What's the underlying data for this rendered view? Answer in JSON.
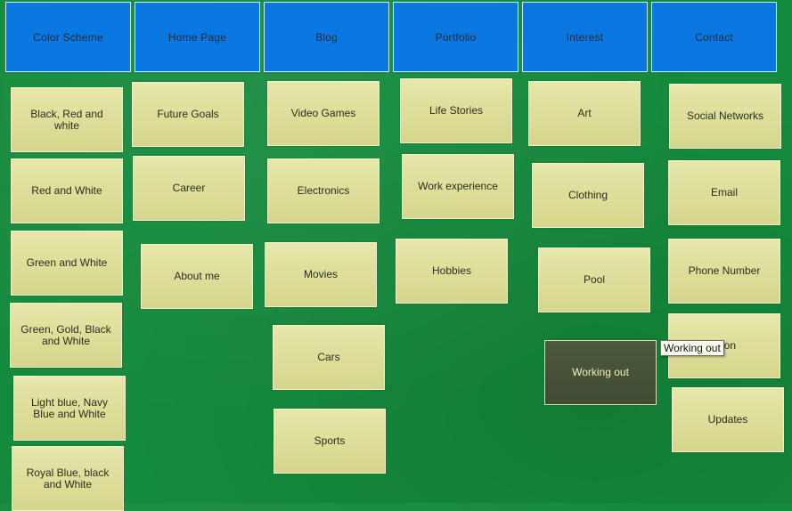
{
  "headers": [
    "Color Scheme",
    "Home Page",
    "Blog",
    "Portfolio",
    "Interest",
    "Contact"
  ],
  "columns": {
    "color_scheme": [
      "Black, Red and white",
      "Red and White",
      "Green and White",
      "Green, Gold, Black and White",
      "Light blue, Navy Blue and White",
      "Royal Blue, black and White"
    ],
    "home_page": [
      "Future Goals",
      "Career",
      "About me"
    ],
    "blog": [
      "Video Games",
      "Electronics",
      "Movies",
      "Cars",
      "Sports"
    ],
    "portfolio": [
      "Life Stories",
      "Work experience",
      "Hobbies"
    ],
    "interest": [
      "Art",
      "Clothing",
      "Pool",
      "Working out"
    ],
    "contact": [
      "Social Networks",
      "Email",
      "Phone Number",
      "ation",
      "Updates"
    ]
  },
  "tooltip": "Working out",
  "colors": {
    "background": "#148a3c",
    "header": "#0a78e0",
    "card": "#dedf9b",
    "card_active": "#47543a"
  }
}
